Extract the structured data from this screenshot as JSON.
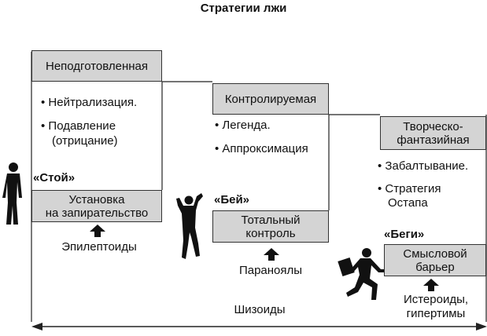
{
  "title": "Стратегии лжи",
  "columns": [
    {
      "header": "Неподготовленная",
      "items": [
        "• Нейтрализация.",
        "• Подавление",
        "(отрицание)"
      ],
      "signal": "«Стой»",
      "action": [
        "Установка",
        "на запирательство"
      ],
      "type": "Эпилептоиды"
    },
    {
      "header": "Контролируемая",
      "items": [
        "• Легенда.",
        "• Аппроксимация"
      ],
      "signal": "«Бей»",
      "action": [
        "Тотальный",
        "контроль"
      ],
      "type": "Параноялы"
    },
    {
      "header": [
        "Творческо-",
        "фантазийная"
      ],
      "items": [
        "• Забалтывание.",
        "• Стратегия",
        "Остапа"
      ],
      "signal": "«Беги»",
      "action": [
        "Смысловой",
        "барьер"
      ],
      "type": [
        "Истероиды,",
        "гипертимы"
      ]
    }
  ],
  "axis_label": "Шизоиды",
  "colors": {
    "box_fill": "#d4d4d4",
    "line": "#222222"
  },
  "icons": [
    "standing-figure-icon",
    "fighting-figure-icon",
    "running-figure-icon",
    "up-arrow-icon",
    "double-arrow-icon"
  ]
}
